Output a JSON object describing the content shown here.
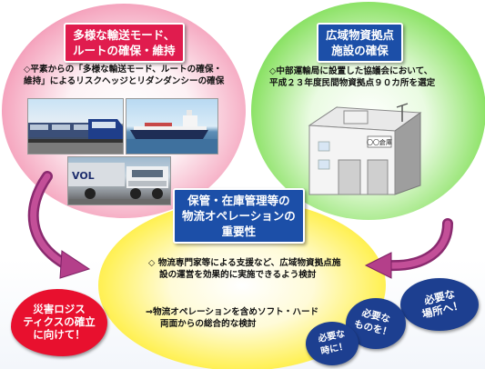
{
  "left_panel": {
    "title_line1": "多様な輸送モード、",
    "title_line2": "ルートの確保・維持",
    "desc_line1": "◇平素からの「多様な輸送モード、ルートの確保・",
    "desc_line2": "維持」によるリスクヘッジとリダンダンシーの確保",
    "photos": [
      "train-photo",
      "ship-photo",
      "truck-photo"
    ],
    "color": "#e01c4e"
  },
  "right_panel": {
    "title_line1": "広域物資拠点",
    "title_line2": "施設の確保",
    "desc_line1": "◇中部運輸局に設置した協議会において、",
    "desc_line2": "平成２３年度民間物資拠点９０カ所を選定",
    "building_sign": "〇〇倉庫",
    "color": "#1c4fa8"
  },
  "bottom_panel": {
    "title_line1": "保管・在庫管理等の",
    "title_line2": "物流オペレーションの",
    "title_line3": "重要性",
    "desc1_line1": "◇ 物流専門家等による支援など、広域物資拠点施",
    "desc1_line2": "設の運営を効果的に実施できるよう検討",
    "desc2_line1": "⇒物流オペレーションを含めソフト・ハード",
    "desc2_line2": "両面からの総合的な検討",
    "color": "#fff15a"
  },
  "callout_red": {
    "line1": "災害ロジス",
    "line2": "ティクスの確立",
    "line3": "に向けて！",
    "color": "#e8102e"
  },
  "bubbles": [
    {
      "line1": "必要な",
      "line2": "場所へ！"
    },
    {
      "line1": "必要な",
      "line2": "ものを！"
    },
    {
      "line1": "必要な",
      "line2": "時に！"
    }
  ],
  "bubble_color": "#1d3f90"
}
